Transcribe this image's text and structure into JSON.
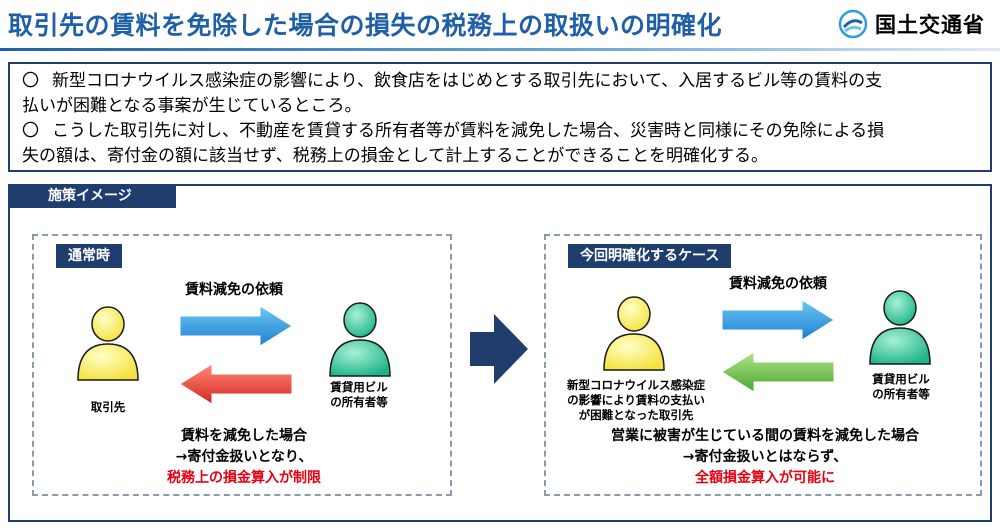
{
  "header": {
    "title": "取引先の賃料を免除した場合の損失の税務上の取扱いの明確化",
    "org": "国土交通省"
  },
  "summary": {
    "bullet": "〇",
    "items": [
      {
        "line1": "新型コロナウイルス感染症の影響により、飲食店をはじめとする取引先において、入居するビル等の賃料の支",
        "line2": "払いが困難となる事案が生じているところ。"
      },
      {
        "line1": "こうした取引先に対し、不動産を賃貸する所有者等が賃料を減免した場合、災害時と同様にその免除による損",
        "line2": "失の額は、寄付金の額に該当せず、税務上の損金として計上することができることを明確化する。"
      }
    ]
  },
  "panel": {
    "label": "施策イメージ",
    "normal": {
      "label": "通常時",
      "request": "賃料減免の依頼",
      "tenant": "取引先",
      "owner_line1": "賃貸用ビル",
      "owner_line2": "の所有者等",
      "result_line1": "賃料を減免した場合",
      "result_line2": "→寄付金扱いとなり、",
      "result_line3": "税務上の損金算入が制限"
    },
    "case": {
      "label": "今回明確化するケース",
      "request": "賃料減免の依頼",
      "tenant_line1": "新型コロナウイルス感染症",
      "tenant_line2": "の影響により賃料の支払い",
      "tenant_line3": "が困難となった取引先",
      "owner_line1": "賃貸用ビル",
      "owner_line2": "の所有者等",
      "result_line1": "営業に被害が生じている間の賃料を減免した場合",
      "result_line2": "→寄付金扱いとはならず、",
      "result_line3": "全額損金算入が可能に"
    }
  },
  "colors": {
    "title_blue": "#1f5fa8",
    "navy": "#1f3e6e",
    "tenant_yellow": "#fff27a",
    "owner_green": "#3ecfa6",
    "arrow_blue": "#2f9ce4",
    "arrow_red": "#e84a3c",
    "arrow_green": "#6cc24a",
    "emphasis_red": "#e60012"
  },
  "icons": [
    "mlit-logo-icon",
    "person-icon",
    "arrow-right-icon",
    "arrow-left-icon",
    "big-arrow-right-icon"
  ]
}
